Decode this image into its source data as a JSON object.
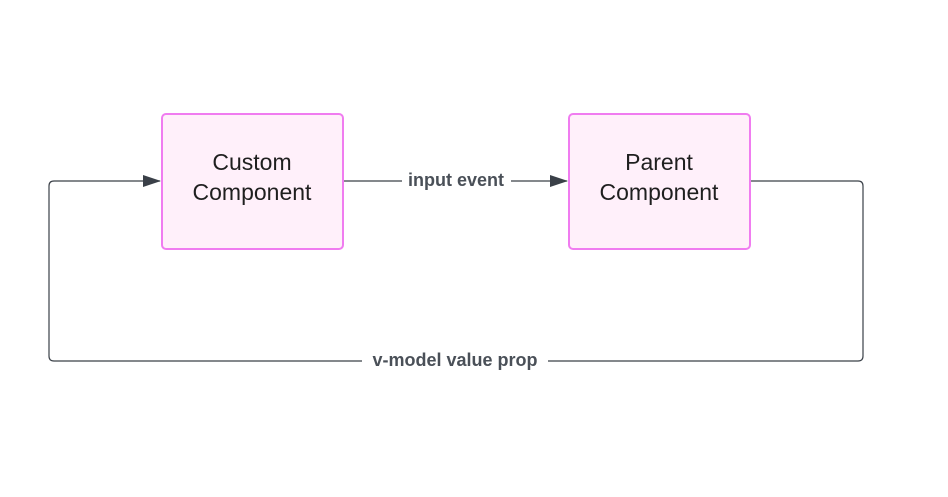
{
  "nodes": {
    "custom": {
      "line1": "Custom",
      "line2": "Component"
    },
    "parent": {
      "line1": "Parent",
      "line2": "Component"
    }
  },
  "edges": {
    "input_event": "input event",
    "v_model": "v-model value prop"
  },
  "colors": {
    "node_fill": "#fff0fa",
    "node_stroke": "#f07cf0",
    "edge_stroke": "#3a4048",
    "edge_label": "#4a5058",
    "background": "#ffffff"
  }
}
